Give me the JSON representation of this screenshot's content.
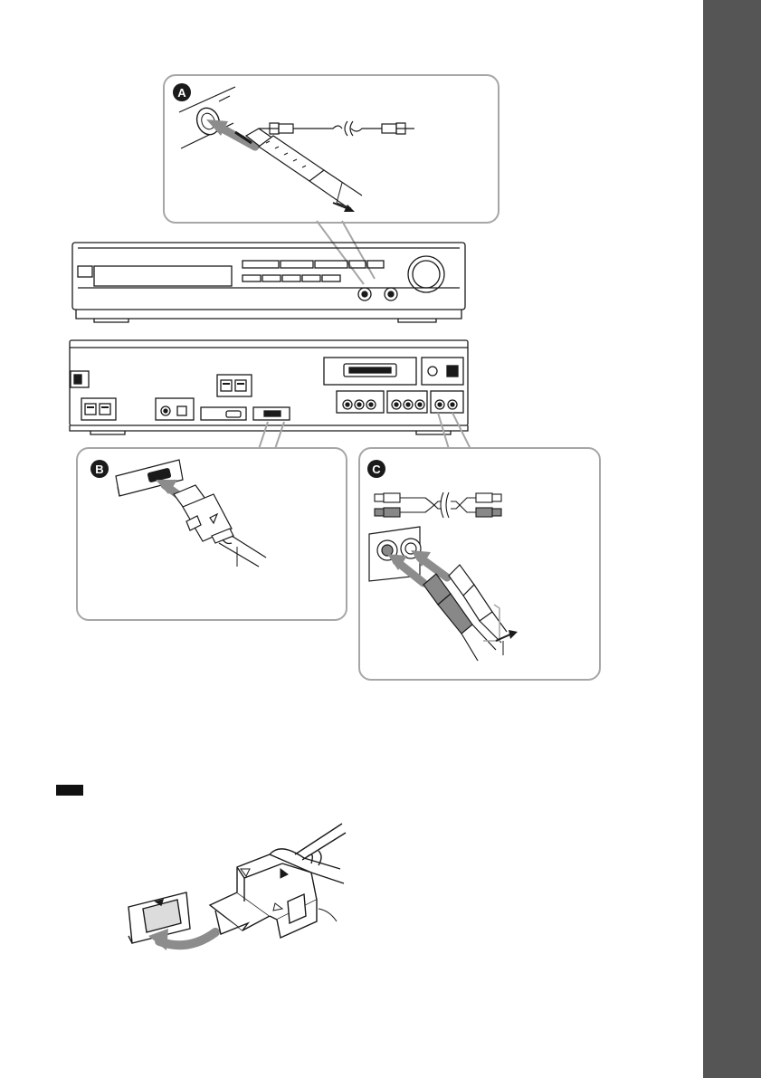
{
  "callouts": {
    "a": {
      "label": "A"
    },
    "b": {
      "label": "B"
    },
    "c": {
      "label": "C"
    }
  },
  "colors": {
    "side_tab": "#555555",
    "callout_border": "#a6a6a6",
    "badge": "#1a1a1a",
    "line": "#1a1a1a"
  },
  "icons": {
    "side_tab": "section-tab",
    "note": "note-marker",
    "plug": "stereo-mini-plug-icon",
    "connector": "dock-connector-icon",
    "rca": "rca-plug-icon"
  }
}
